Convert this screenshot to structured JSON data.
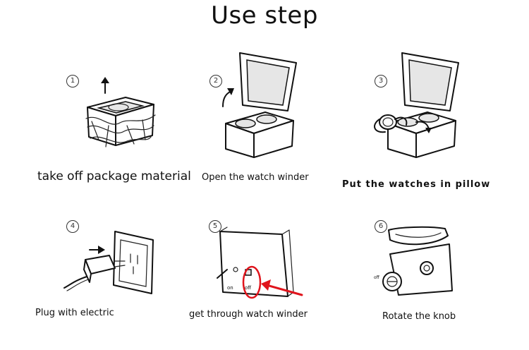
{
  "title": "Use step",
  "steps": [
    {
      "number": "1",
      "caption": "take off package material",
      "icon": "unbox-icon"
    },
    {
      "number": "2",
      "caption": "Open the watch winder",
      "icon": "open-lid-icon"
    },
    {
      "number": "3",
      "caption": "Put the watches in pillow",
      "icon": "watch-pillow-icon"
    },
    {
      "number": "4",
      "caption": "Plug with electric",
      "icon": "power-plug-icon"
    },
    {
      "number": "5",
      "caption": "get through watch winder",
      "icon": "switch-icon"
    },
    {
      "number": "6",
      "caption": "Rotate the knob",
      "icon": "knob-icon"
    }
  ],
  "switch_labels": {
    "on": "on",
    "off": "off"
  },
  "knob_label": "off",
  "highlight_color": "#e0141c"
}
